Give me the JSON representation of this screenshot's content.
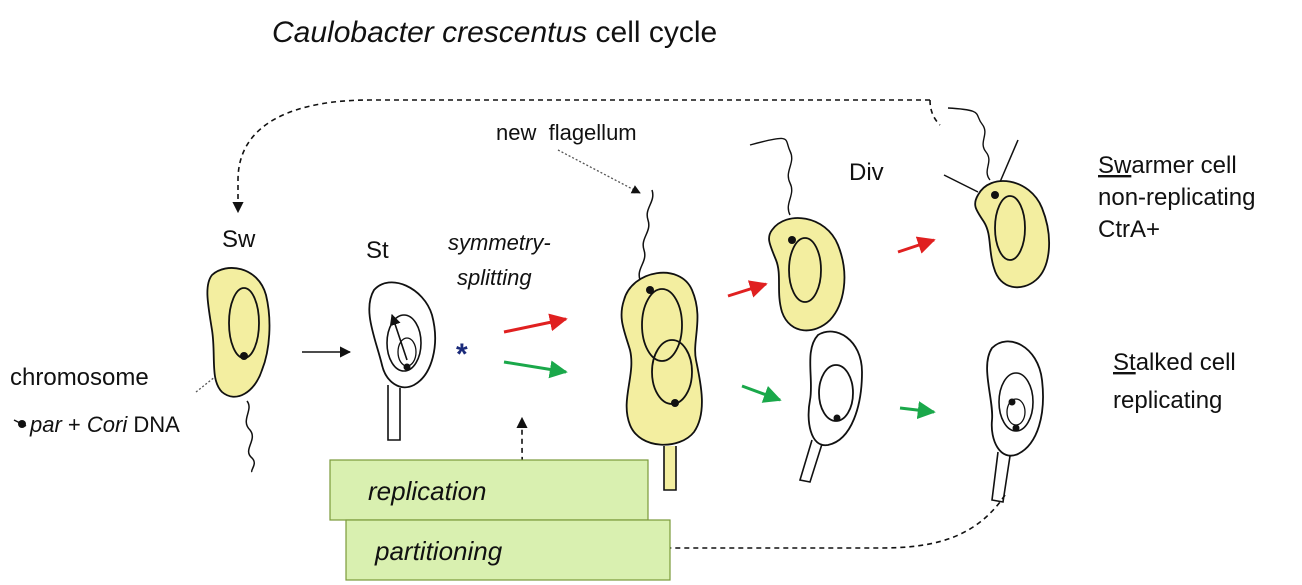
{
  "title": {
    "italic": "Caulobacter crescentus",
    "rest": " cell cycle"
  },
  "labels": {
    "sw": "Sw",
    "st": "St",
    "div": "Div",
    "new_flagellum": "new  flagellum",
    "symmetry_1": "symmetry-",
    "symmetry_2": "splitting",
    "asterisk": "*",
    "chromosome": "chromosome",
    "par_italic": "par",
    "plus": " + ",
    "cori_italic": "Cori",
    "dna": " DNA"
  },
  "swarmer": {
    "underline": "Sw",
    "rest": "armer cell",
    "line2": "non-replicating",
    "line3": "CtrA+"
  },
  "stalked": {
    "underline": "St",
    "rest": "alked cell",
    "line2": "replicating"
  },
  "boxes": {
    "replication": "replication",
    "partitioning": "partitioning"
  },
  "colors": {
    "cell_fill": "#f3eeA0",
    "box_fill": "#d9f0b0",
    "box_stroke": "#7a9a3a",
    "red_arrow": "#e02020",
    "green_arrow": "#1aa84a",
    "asterisk": "#1a2a7a"
  }
}
